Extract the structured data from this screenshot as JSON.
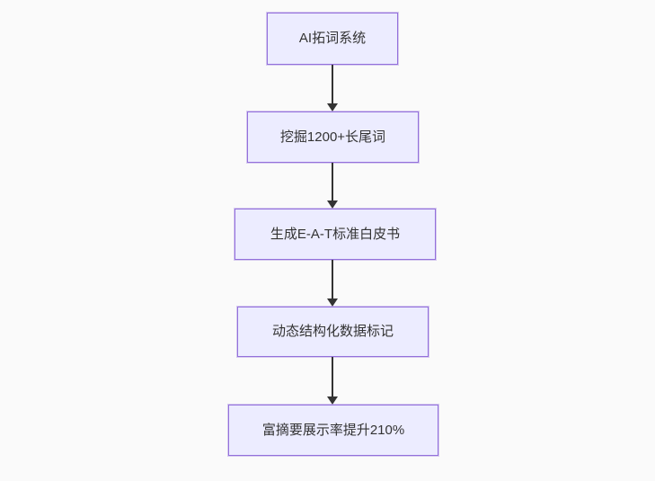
{
  "diagram": {
    "type": "flowchart",
    "direction": "top-down",
    "steps": [
      {
        "id": "node-1",
        "label": "AI拓词系统"
      },
      {
        "id": "node-2",
        "label": "挖掘1200+长尾词"
      },
      {
        "id": "node-3",
        "label": "生成E-A-T标准白皮书"
      },
      {
        "id": "node-4",
        "label": "动态结构化数据标记"
      },
      {
        "id": "node-5",
        "label": "富摘要展示率提升210%"
      }
    ],
    "edges": [
      {
        "from": "node-1",
        "to": "node-2"
      },
      {
        "from": "node-2",
        "to": "node-3"
      },
      {
        "from": "node-3",
        "to": "node-4"
      },
      {
        "from": "node-4",
        "to": "node-5"
      }
    ],
    "colors": {
      "node_fill": "#ECECFF",
      "node_border": "#9370DB",
      "arrow": "#333333",
      "text": "#333333",
      "background": "#fafafa"
    }
  }
}
